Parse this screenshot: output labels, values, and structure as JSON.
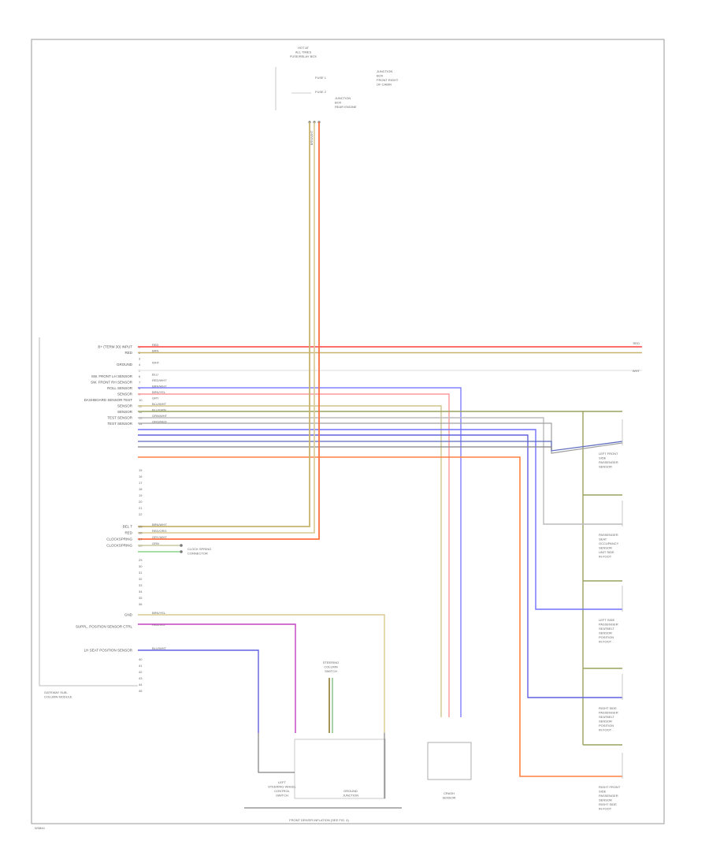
{
  "diagram": {
    "page_code": "W3844",
    "module_label": "GATEWAY SUB-\nCOLUMN MODULE",
    "top_connector_label": "HOT AT\nALL TIMES\nFUSE/RELAY BOX",
    "top_fuse_labels": [
      "FUSE 1",
      "FUSE 2"
    ],
    "top_right_label": "JUNCTION\nBOX\nFRONT RIGHT\nOF CABIN",
    "top_block_label": "JUNCTION\nBOX\nREAR ENGINE",
    "left_pins_upper": [
      {
        "label": "B+ (TERM 30) INPUT",
        "color": "#ff6666",
        "wire": "RED"
      },
      {
        "label": "RED",
        "color": "#c8b46e",
        "wire": "BRN"
      },
      {
        "label": "",
        "color": "#dddddd",
        "wire": ""
      },
      {
        "label": "GROUND",
        "color": "#e6e6e6",
        "wire": "WHT"
      },
      {
        "label": "",
        "color": "#eeeeee",
        "wire": ""
      },
      {
        "label": "SW. FRONT LH SENSOR",
        "color": "#8080ff",
        "wire": "BLU"
      },
      {
        "label": "SW. FRONT RH SENSOR",
        "color": "#ff9999",
        "wire": "RED/WHT"
      },
      {
        "label": "ROLL SENSOR",
        "color": "#cfc48c",
        "wire": "BRN/WHT"
      },
      {
        "label": "SENSOR",
        "color": "#9ca35f",
        "wire": "BRN/YEL"
      },
      {
        "label": "DASHBOARD SENSOR TEST",
        "color": "#bbbbbb",
        "wire": "GRY"
      },
      {
        "label": "SENSOR",
        "color": "#8080ff",
        "wire": "BLU/WHT"
      },
      {
        "label": "SENSOR",
        "color": "#6f6fb0",
        "wire": "BLU/GRN"
      },
      {
        "label": "TEST SENSOR",
        "color": "#a0a0a0",
        "wire": "GRN/WHT"
      },
      {
        "label": "TEST SENSOR",
        "color": "#ff8060",
        "wire": "ORG/RED"
      }
    ],
    "left_pins_middle": [
      {
        "label": "BEL T",
        "color": "#c8b46e",
        "wire": "BRN/WHT"
      },
      {
        "label": "RED",
        "color": "#ff7040",
        "wire": "RED/ORG"
      },
      {
        "label": "CLOCKSPRING",
        "color": "#c8c8a0",
        "wire": "GRY/WHT"
      },
      {
        "label": "CLOCKSPRING",
        "color": "#8cd48c",
        "wire": "GRN"
      }
    ],
    "left_pins_lower": [
      {
        "label": "GND",
        "color": "#c8b46e",
        "wire": "BRN/YEL"
      },
      {
        "label": "SUPPL. POSITION SENSOR CTRL",
        "color": "#a040c0",
        "wire": "RED/VIO"
      },
      {
        "label": "",
        "color": "#dddddd",
        "wire": ""
      },
      {
        "label": "LH SEAT POSITION SENSOR",
        "color": "#6060e0",
        "wire": "BLU/WHT"
      }
    ],
    "clockspring_label": "CLOCK SPRING\nCONNECTOR",
    "right_components": [
      "LEFT FRONT\nSIDE\nPASSENGER\nSENSOR",
      "PASSENGER\nSEAT\nOCCUPANCY\nSENSOR\nUNIT SIDE\nIN FOOT",
      "LEFT SIDE\nPASSENGER\nSEATBELT\nSENSOR\nPOSITION\nIN FOOT",
      "RIGHT SIDE\nPASSENGER\nSEATBELT\nSENSOR\nPOSITION\nIN FOOT",
      "RIGHT FRONT\nSIDE\nPASSENGER\nSENSOR\nRIGHT SIDE\nIN FOOT"
    ],
    "bottom_component_1": "LEFT\nSTEERING WHEEL\nCONTROL\nSWITCH",
    "bottom_component_2": "CRASH\nSENSOR",
    "bottom_center_label": "STEERING\nCOLUMN\nSWITCH",
    "bottom_caption": "FRONT DRIVER INFLATION (SEE FIG. 4)",
    "ground_label": "GROUND\nJUNCTION",
    "top_wire_labels": [
      "BRN/WHT",
      "RED/ORG"
    ]
  }
}
